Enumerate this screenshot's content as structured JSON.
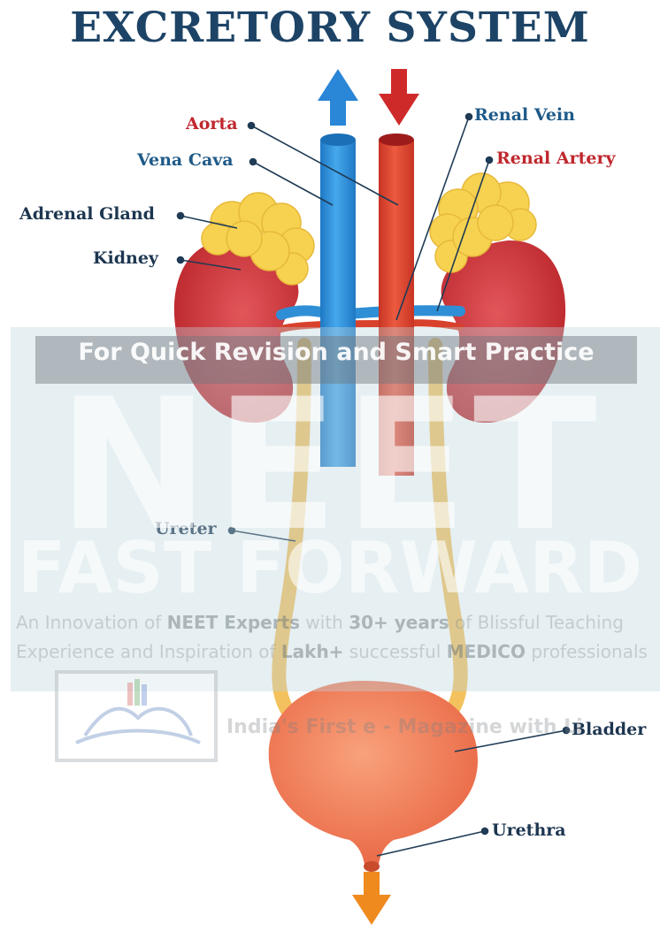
{
  "title": "EXCRETORY SYSTEM",
  "labels": {
    "aorta": "Aorta",
    "vena_cava": "Vena Cava",
    "adrenal_gland": "Adrenal Gland",
    "kidney": "Kidney",
    "renal_vein": "Renal Vein",
    "renal_artery": "Renal Artery",
    "ureter": "Ureter",
    "bladder": "Bladder",
    "urethra": "Urethra"
  },
  "watermark": {
    "tagline": "For Quick Revision and Smart Practice",
    "brand_big": "NEET",
    "brand_sub": "FAST FORWARD",
    "line1_pre": "An Innovation of ",
    "line1_b1": "NEET Experts",
    "line1_mid": " with ",
    "line1_b2": "30+ years",
    "line1_post": " of Blissful Teaching",
    "line2_pre": "Experience and Inspiration of ",
    "line2_b1": "Lakh+",
    "line2_mid": " successful ",
    "line2_b2": "MEDICO",
    "line2_post": " professionals",
    "magazine": "India's First e - Magazine with Li"
  },
  "colors": {
    "title": "#1d4466",
    "vein_blue": "#2f8fd6",
    "artery_red": "#d8412c",
    "kidney_red": "#c72f33",
    "adrenal_yellow": "#f6d250",
    "ureter_yellow": "#f3c15d",
    "bladder": "#f07a55",
    "outflow_orange": "#ef8a1e"
  }
}
